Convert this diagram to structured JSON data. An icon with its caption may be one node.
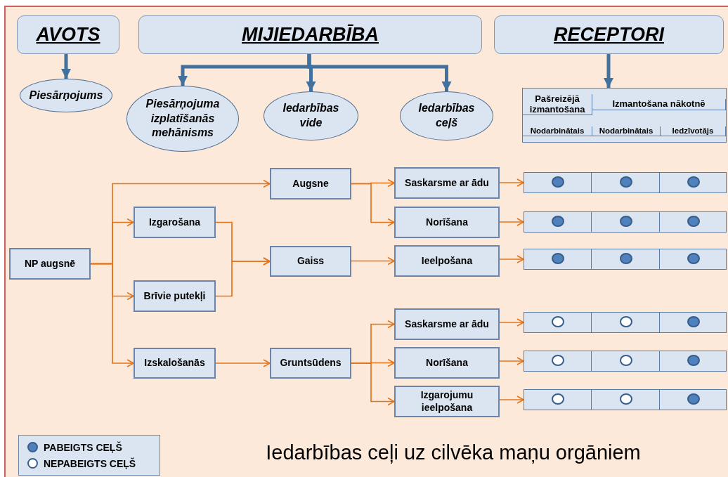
{
  "diagram": {
    "caption": "Iedarbības ceļi uz cilvēka maņu orgāniem",
    "nodes": [
      {
        "text": [
          "AVOTS"
        ]
      },
      {
        "text": [
          "MIJIEDARBĪBA"
        ]
      },
      {
        "text": [
          "RECEPTORI"
        ]
      },
      {
        "text": [
          "Piesārņojums"
        ]
      },
      {
        "text": [
          "Piesārņojuma izplatīšanās mehānisms"
        ]
      },
      {
        "text": [
          "Iedarbības vide"
        ]
      },
      {
        "text": [
          "Iedarbības ceļš"
        ]
      },
      {
        "text": [
          "Pašreizējā izmantošana",
          "Izmantošana nākotnē",
          "Nodarbinātais",
          "Nodarbinātais",
          "Iedzīvotājs"
        ]
      },
      {
        "text": [
          "NP augsnē"
        ]
      },
      {
        "text": [
          "Augsne"
        ]
      },
      {
        "text": [
          "Izgarošana"
        ]
      },
      {
        "text": [
          "Gaiss"
        ]
      },
      {
        "text": [
          "Brīvie putekļi"
        ]
      },
      {
        "text": [
          "Izskalošanās"
        ]
      },
      {
        "text": [
          "Gruntsūdens"
        ]
      },
      {
        "text": [
          "Saskarsme ar ādu"
        ]
      },
      {
        "text": [
          "Norīšana"
        ]
      },
      {
        "text": [
          "Ieelpošana"
        ]
      },
      {
        "text": [
          "Saskarsme ar ādu"
        ]
      },
      {
        "text": [
          "Norīšana"
        ]
      },
      {
        "text": [
          "Izgarojumu ieelpošana"
        ]
      },
      {
        "text": [],
        "shape": "bar"
      },
      {
        "text": [],
        "shape": "bar"
      },
      {
        "text": [],
        "shape": "bar"
      },
      {
        "text": [],
        "shape": "bar"
      },
      {
        "text": [],
        "shape": "bar"
      },
      {
        "text": [],
        "shape": "bar"
      },
      {
        "text": [],
        "shape": "dot",
        "in": 21
      },
      {
        "text": [],
        "shape": "dot",
        "in": 21
      },
      {
        "text": [],
        "shape": "dot",
        "in": 21
      },
      {
        "text": [],
        "shape": "dot",
        "in": 22
      },
      {
        "text": [],
        "shape": "dot",
        "in": 22
      },
      {
        "text": [],
        "shape": "dot",
        "in": 22
      },
      {
        "text": [],
        "shape": "dot",
        "in": 23
      },
      {
        "text": [],
        "shape": "dot",
        "in": 23
      },
      {
        "text": [],
        "shape": "dot",
        "in": 23
      },
      {
        "text": [],
        "shape": "circle",
        "in": 24
      },
      {
        "text": [],
        "shape": "circle",
        "in": 24
      },
      {
        "text": [],
        "shape": "dot",
        "in": 24
      },
      {
        "text": [],
        "shape": "circle",
        "in": 25
      },
      {
        "text": [],
        "shape": "circle",
        "in": 25
      },
      {
        "text": [],
        "shape": "dot",
        "in": 25
      },
      {
        "text": [],
        "shape": "circle",
        "in": 26
      },
      {
        "text": [],
        "shape": "circle",
        "in": 26
      },
      {
        "text": [],
        "shape": "dot",
        "in": 26
      }
    ],
    "edges": [
      {
        "from": 0,
        "to": 3,
        "arrow": "to",
        "style": "thick",
        "color": "#41719c"
      },
      {
        "from": 1,
        "to": 4,
        "arrow": "to",
        "style": "thick",
        "color": "#41719c"
      },
      {
        "from": 1,
        "to": 5,
        "arrow": "to",
        "style": "thick",
        "color": "#41719c"
      },
      {
        "from": 1,
        "to": 6,
        "arrow": "to",
        "style": "thick",
        "color": "#41719c"
      },
      {
        "from": 2,
        "to": 7,
        "arrow": "to",
        "style": "thick",
        "color": "#41719c"
      },
      {
        "from": 8,
        "to": 9,
        "arrow": "to"
      },
      {
        "from": 8,
        "to": 10,
        "arrow": "to"
      },
      {
        "from": 8,
        "to": 12,
        "arrow": "to"
      },
      {
        "from": 8,
        "to": 13,
        "arrow": "to"
      },
      {
        "from": 10,
        "to": 11,
        "arrow": "to"
      },
      {
        "from": 12,
        "to": 11,
        "arrow": "to"
      },
      {
        "from": 13,
        "to": 14,
        "arrow": "to"
      },
      {
        "from": 9,
        "to": 15,
        "arrow": "to"
      },
      {
        "from": 9,
        "to": 16,
        "arrow": "to"
      },
      {
        "from": 11,
        "to": 17,
        "arrow": "to"
      },
      {
        "from": 14,
        "to": 18,
        "arrow": "to"
      },
      {
        "from": 14,
        "to": 19,
        "arrow": "to"
      },
      {
        "from": 14,
        "to": 20,
        "arrow": "to"
      },
      {
        "from": 15,
        "to": 21,
        "arrow": "to"
      },
      {
        "from": 16,
        "to": 22,
        "arrow": "to"
      },
      {
        "from": 17,
        "to": 23,
        "arrow": "to"
      },
      {
        "from": 18,
        "to": 24,
        "arrow": "to"
      },
      {
        "from": 19,
        "to": 25,
        "arrow": "to"
      },
      {
        "from": 20,
        "to": 26,
        "arrow": "to"
      }
    ],
    "legend": [
      {
        "text": "PABEIGTS CEĻŠ",
        "color": "#4f81bd"
      },
      {
        "text": "NEPABEIGTS CEĻŠ",
        "color": "#ffffff"
      }
    ]
  }
}
